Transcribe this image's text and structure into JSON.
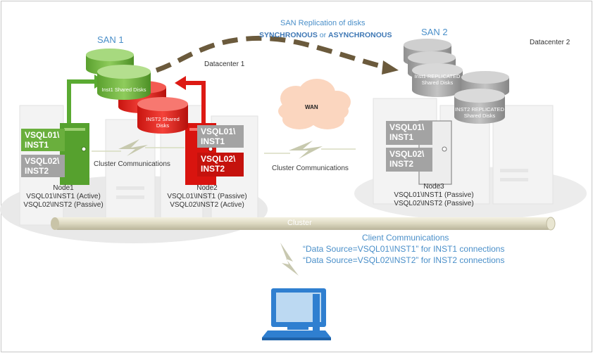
{
  "san_replication": {
    "title": "SAN Replication of disks",
    "mode_sync": "SYNCHRONOUS",
    "mode_or": "or",
    "mode_async": "ASYNCHRONOUS"
  },
  "san1": {
    "label": "SAN 1"
  },
  "san2": {
    "label": "SAN 2"
  },
  "datacenter1": {
    "label": "Datacenter 1"
  },
  "datacenter2": {
    "label": "Datacenter 2"
  },
  "disks": {
    "inst1_shared": "Inst1 Shared Disks",
    "inst2_shared_line1": "INST2 Shared",
    "inst2_shared_line2": "Disks",
    "inst1_replicated_line1": "Inst1 REPLICATED",
    "inst1_replicated_line2": "Shared Disks",
    "inst2_replicated_line1": "INST2 REPLICATED",
    "inst2_replicated_line2": "Shared Disks"
  },
  "wan": {
    "label": "WAN"
  },
  "node1": {
    "name": "Node1",
    "inst1_line1": "VSQL01\\",
    "inst1_line2": "INST1",
    "inst2_line1": "VSQL02\\",
    "inst2_line2": "INST2",
    "status1": "VSQL01\\INST1 (Active)",
    "status2": "VSQL02\\INST2 (Passive)"
  },
  "node2": {
    "name": "Node2",
    "inst1_line1": "VSQL01\\",
    "inst1_line2": "INST1",
    "inst2_line1": "VSQL02\\",
    "inst2_line2": "INST2",
    "status1": "VSQL01\\INST1 (Passive)",
    "status2": "VSQL02\\INST2 (Active)"
  },
  "node3": {
    "name": "Node3",
    "inst1_line1": "VSQL01\\",
    "inst1_line2": "INST1",
    "inst2_line1": "VSQL02\\",
    "inst2_line2": "INST2",
    "status1": "VSQL01\\INST1 (Passive)",
    "status2": "VSQL02\\INST2 (Passive)"
  },
  "cluster_comm_local": "Cluster Communications",
  "cluster_comm_wan": "Cluster Communications",
  "cluster_bar": {
    "label": "Cluster"
  },
  "client": {
    "title": "Client Communications",
    "line1": "“Data Source=VSQL01\\INST1” for INST1 connections",
    "line2": "“Data Source=VSQL02\\INST2” for INST2 connections"
  },
  "colors": {
    "green": "#6bb33e",
    "red": "#e8221c",
    "grey_disk": "#a6a6a6",
    "blue_text": "#4a8fc9",
    "replication_arrow": "#6b5a3c",
    "cluster_bar": "#dedac4"
  }
}
